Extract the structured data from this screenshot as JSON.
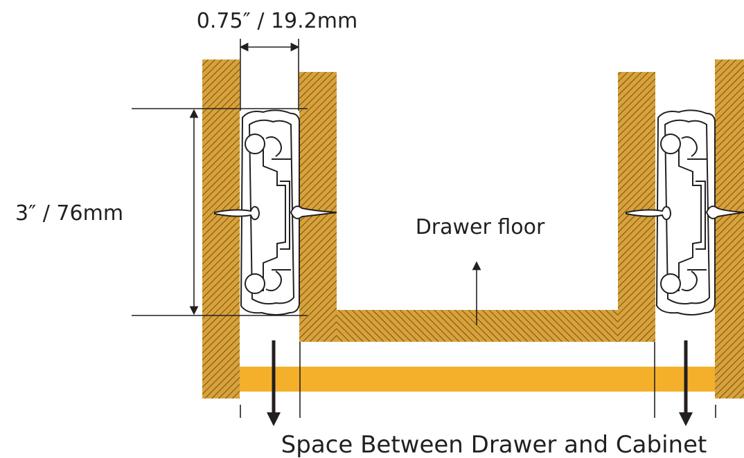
{
  "labels": {
    "width_dim": "0.75″ / 19.2mm",
    "height_dim": "3″ / 76mm",
    "drawer_floor": "Drawer floor",
    "space_caption": "Space Between Drawer and Cabinet"
  },
  "colors": {
    "wood": "#d8a23a",
    "hatch": "#5a3a10",
    "base_bar": "#f4b02a",
    "line": "#231f20"
  }
}
